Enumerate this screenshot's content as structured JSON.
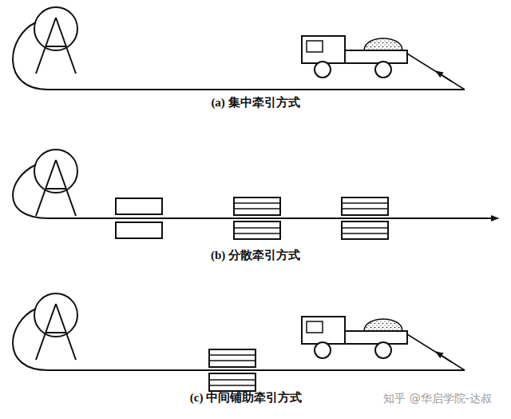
{
  "diagram": {
    "labels": [
      "(a) 集中牵引方式",
      "(b) 分散牵引方式",
      "(c) 中间铺助牵引方式",
      "知乎 @华启学院-达叔"
    ]
  }
}
